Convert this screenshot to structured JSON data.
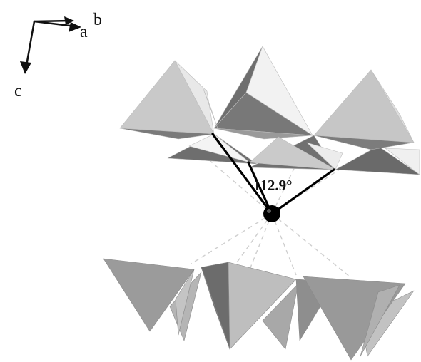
{
  "axes": {
    "a_label": "a",
    "b_label": "b",
    "c_label": "c"
  },
  "angle_label": "112.9°",
  "colors": {
    "light_face": "#f2f2f2",
    "mid_face": "#c8c8c8",
    "dark_face": "#6e6e6e",
    "bottom_face": "#9a9a9a",
    "bond": "#000000",
    "contact_line": "#c8c8c8"
  }
}
